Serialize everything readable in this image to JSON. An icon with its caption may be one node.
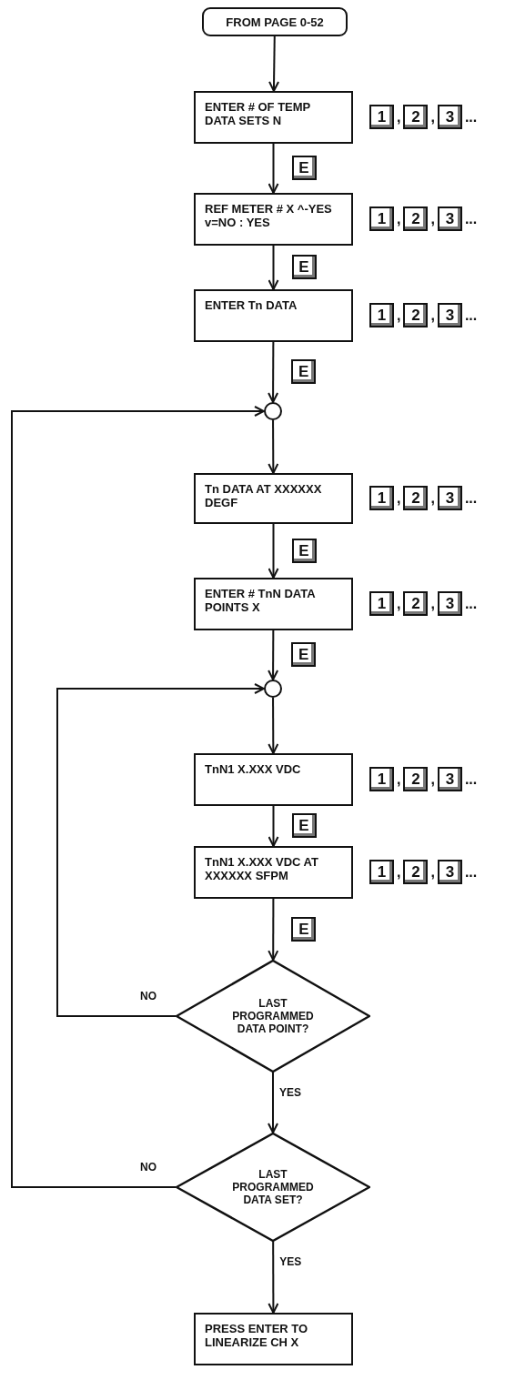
{
  "diagram": {
    "nodes": [
      {
        "text": [
          "FROM PAGE 0-52"
        ]
      },
      {
        "text": [
          "ENTER # OF TEMP DATA SETS N"
        ],
        "beside": [
          "1",
          ",",
          "2",
          ",",
          "3",
          "..."
        ]
      },
      {
        "text": [
          "REF METER # X ^-YES v=NO : YES"
        ],
        "beside": [
          "1",
          ",",
          "2",
          ",",
          "3",
          "..."
        ]
      },
      {
        "text": [
          "ENTER Tn DATA"
        ],
        "beside": [
          "1",
          ",",
          "2",
          ",",
          "3",
          "..."
        ]
      },
      {
        "text": [],
        "shape": "circle"
      },
      {
        "text": [
          "Tn DATA AT XXXXXX DEGF"
        ],
        "beside": [
          "1",
          ",",
          "2",
          ",",
          "3",
          "..."
        ]
      },
      {
        "text": [
          "ENTER # TnN DATA POINTS X"
        ],
        "beside": [
          "1",
          ",",
          "2",
          ",",
          "3",
          "..."
        ]
      },
      {
        "text": [],
        "shape": "circle"
      },
      {
        "text": [
          "TnN1 X.XXX VDC"
        ],
        "beside": [
          "1",
          ",",
          "2",
          ",",
          "3",
          "..."
        ]
      },
      {
        "text": [
          "TnN1 X.XXX VDC AT XXXXXX SFPM"
        ],
        "beside": [
          "1",
          ",",
          "2",
          ",",
          "3",
          "..."
        ]
      },
      {
        "text": [
          "LAST PROGRAMMED DATA POINT?"
        ]
      },
      {
        "text": [
          "LAST PROGRAMMED DATA SET?"
        ]
      },
      {
        "text": [
          "PRESS ENTER TO LINEARIZE CH X"
        ]
      }
    ],
    "edges": [
      {
        "from": 0,
        "to": 1,
        "arrow": "to"
      },
      {
        "from": 1,
        "to": 2,
        "arrow": "to",
        "label": "E"
      },
      {
        "from": 2,
        "to": 3,
        "arrow": "to",
        "label": "E"
      },
      {
        "from": 3,
        "to": 4,
        "arrow": "to",
        "label": "E"
      },
      {
        "from": 4,
        "to": 5,
        "arrow": "to"
      },
      {
        "from": 5,
        "to": 6,
        "arrow": "to",
        "label": "E"
      },
      {
        "from": 6,
        "to": 7,
        "arrow": "to",
        "label": "E"
      },
      {
        "from": 7,
        "to": 8,
        "arrow": "to"
      },
      {
        "from": 8,
        "to": 9,
        "arrow": "to",
        "label": "E"
      },
      {
        "from": 9,
        "to": 10,
        "arrow": "to",
        "label": "E"
      },
      {
        "from": 10,
        "to": 7,
        "arrow": "to",
        "label": "NO"
      },
      {
        "from": 10,
        "to": 11,
        "arrow": "to",
        "label": "YES"
      },
      {
        "from": 11,
        "to": 4,
        "arrow": "to",
        "label": "NO"
      },
      {
        "from": 11,
        "to": 12,
        "arrow": "to",
        "label": "YES"
      }
    ]
  }
}
